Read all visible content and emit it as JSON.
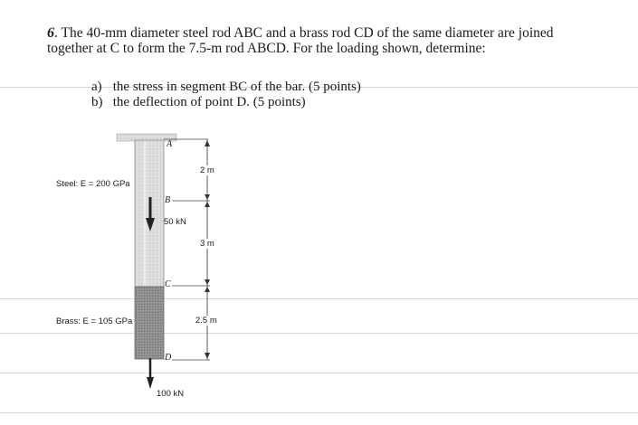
{
  "problem": {
    "marker": "6",
    "line1": ". The 40-mm diameter steel rod ABC and a brass rod CD of the same diameter are joined",
    "line2": "together at C to form the 7.5-m rod ABCD.  For the loading shown, determine:"
  },
  "parts": [
    {
      "letter": "a)",
      "text": "the stress in segment BC of the bar. (5 points)"
    },
    {
      "letter": "b)",
      "text": "the deflection of point D.  (5 points)"
    }
  ],
  "figure": {
    "steel_label": "Steel: E  = 200 GPa",
    "brass_label": "Brass: E  = 105 GPa",
    "points": {
      "A": "A",
      "B": "B",
      "C": "C",
      "D": "D"
    },
    "load_B": "50 kN",
    "load_D": "100 kN",
    "dims": {
      "AB": "2 m",
      "BC": "3 m",
      "CD": "2.5 m"
    }
  }
}
